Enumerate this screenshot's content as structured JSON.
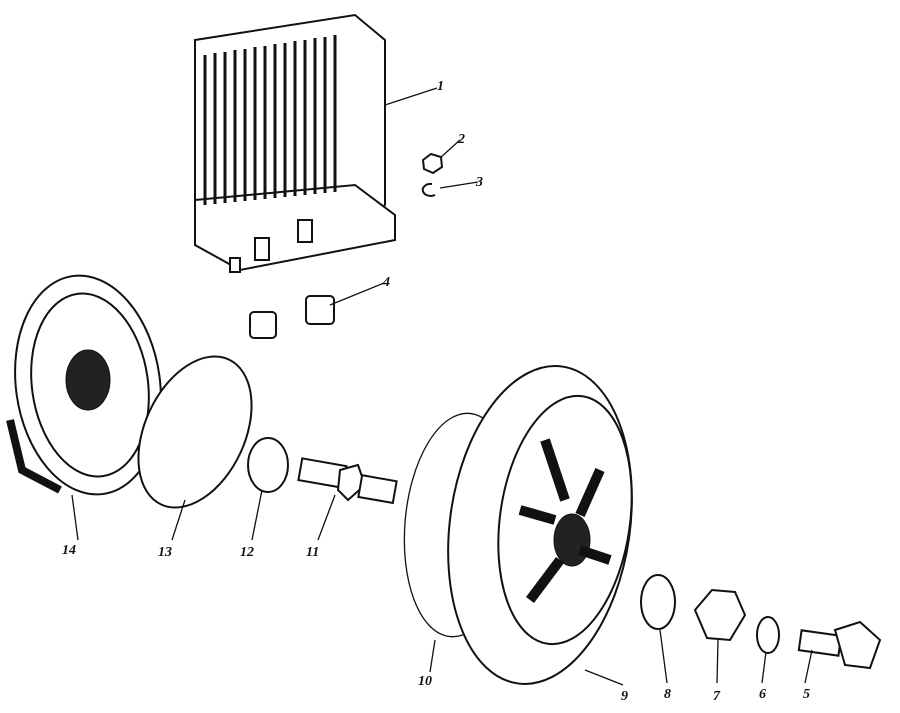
{
  "diagram": {
    "type": "exploded-parts-view",
    "callouts": [
      {
        "id": "1",
        "part": "radiator"
      },
      {
        "id": "2",
        "part": "nut"
      },
      {
        "id": "3",
        "part": "lock-washer"
      },
      {
        "id": "4",
        "part": "bushings"
      },
      {
        "id": "5",
        "part": "fitting"
      },
      {
        "id": "6",
        "part": "washer"
      },
      {
        "id": "7",
        "part": "hex-nut"
      },
      {
        "id": "8",
        "part": "washer"
      },
      {
        "id": "9",
        "part": "fan-wheel"
      },
      {
        "id": "10",
        "part": "o-ring"
      },
      {
        "id": "11",
        "part": "shaft"
      },
      {
        "id": "12",
        "part": "tab-washer"
      },
      {
        "id": "13",
        "part": "disc"
      },
      {
        "id": "14",
        "part": "cover"
      }
    ]
  }
}
